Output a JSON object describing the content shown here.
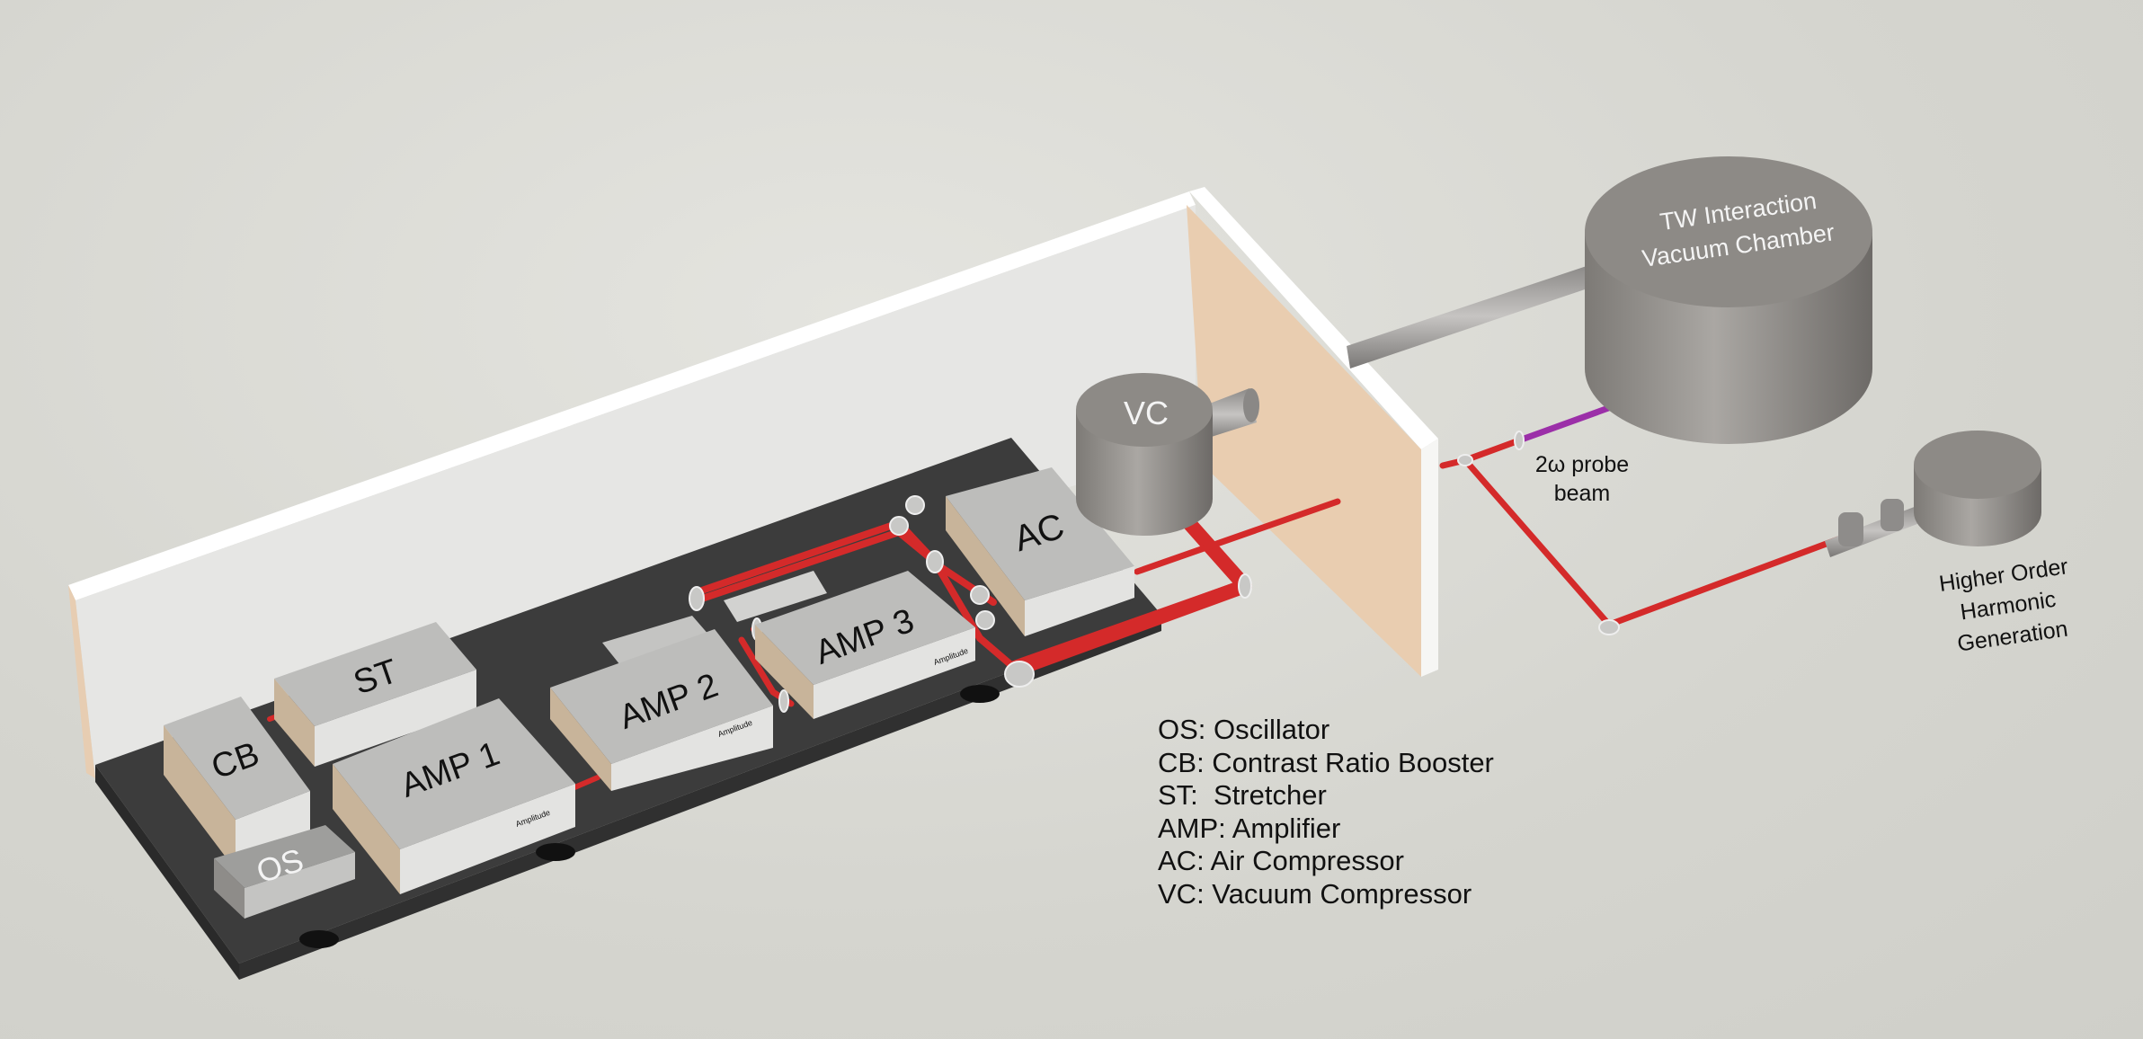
{
  "components": {
    "cb": "CB",
    "st": "ST",
    "os": "OS",
    "amp1": "AMP 1",
    "amp2": "AMP 2",
    "amp3": "AMP 3",
    "ac": "AC",
    "vc": "VC"
  },
  "logo_text": "Amplitude",
  "chamber": {
    "line1": "TW Interaction",
    "line2": "Vacuum Chamber"
  },
  "probe": {
    "line1": "2ω probe",
    "line2": "beam"
  },
  "hhg": {
    "line1": "Higher Order",
    "line2": "Harmonic",
    "line3": "Generation"
  },
  "legend": [
    "OS: Oscillator",
    "CB: Contrast Ratio Booster",
    "ST:  Stretcher",
    "AMP: Amplifier",
    "AC: Air Compressor",
    "VC: Vacuum Compressor"
  ],
  "colors": {
    "beam": "#d42a2a",
    "probe": "#9b2fa8",
    "table": "#3a3a3a",
    "wall": "#e8e8e6",
    "wall_orange": "#e9cdb0"
  }
}
